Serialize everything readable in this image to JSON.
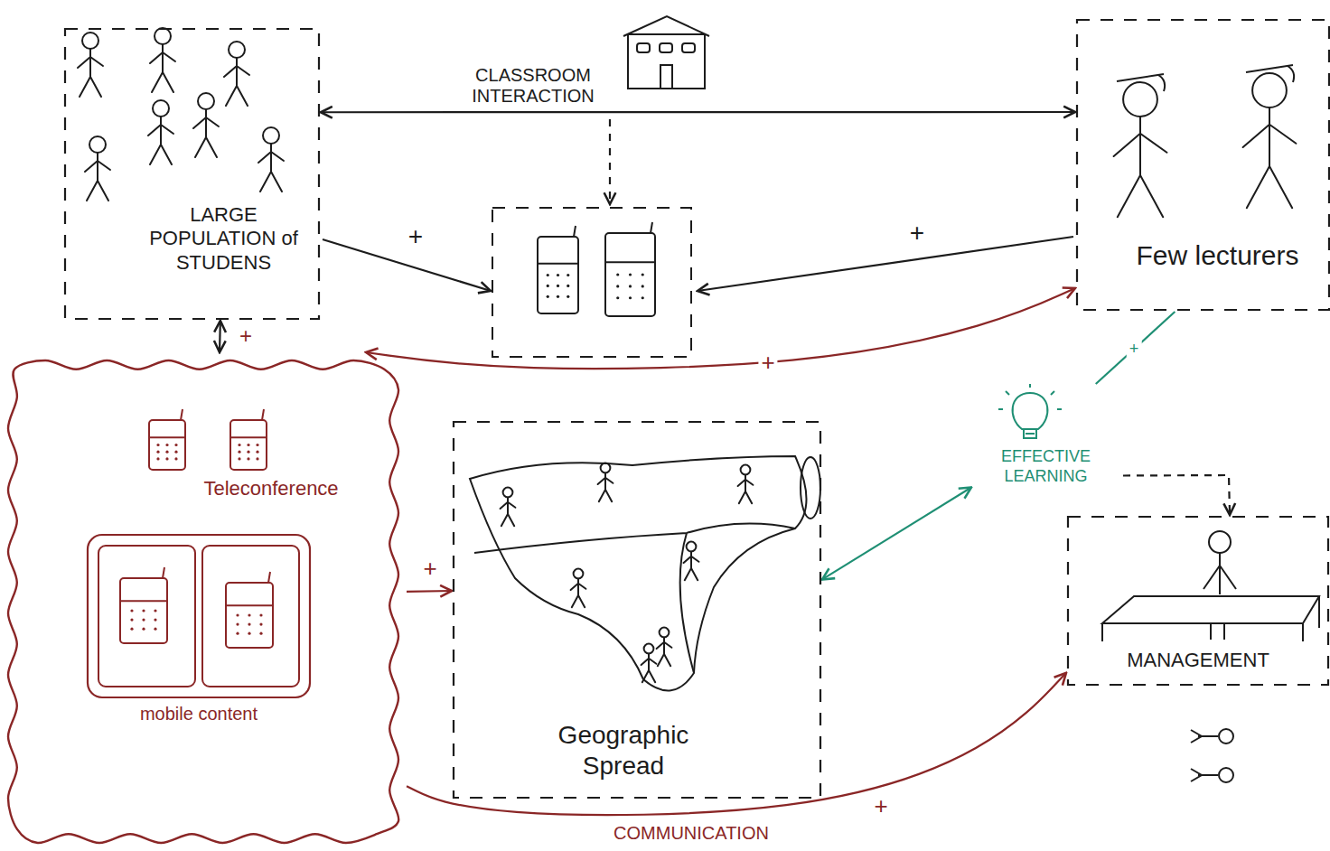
{
  "diagram": {
    "nodes": [
      {
        "text": [
          "LARGE POPULATION of STUDENS"
        ]
      },
      {
        "text": [
          "Few lecturers"
        ]
      },
      {
        "text": [
          "Teleconference"
        ]
      },
      {
        "text": [
          "mobile content"
        ],
        "in": 2
      },
      {
        "text": [
          "Geographic Spread"
        ]
      },
      {
        "text": [
          "EFFECTIVE LEARNING"
        ]
      },
      {
        "text": [
          "MANAGEMENT"
        ]
      }
    ],
    "edges": [
      {
        "from": 0,
        "to": 1,
        "label": "CLASSROOM INTERACTION",
        "arrow": "both"
      },
      {
        "from": 0,
        "to": 2,
        "label": "+",
        "arrow": "both"
      },
      {
        "from": 2,
        "to": 1,
        "label": "+",
        "arrow": "both"
      },
      {
        "from": 2,
        "to": 4,
        "label": "+",
        "arrow": "to"
      },
      {
        "from": 2,
        "to": 6,
        "label": "COMMUNICATION",
        "arrow": "to"
      },
      {
        "from": 4,
        "to": 5,
        "arrow": "both"
      },
      {
        "from": 5,
        "to": 6,
        "arrow": "to"
      },
      {
        "from": 1,
        "to": 5,
        "label": "+",
        "arrow": "none"
      }
    ],
    "labels": [
      "+",
      "+",
      "+"
    ]
  }
}
